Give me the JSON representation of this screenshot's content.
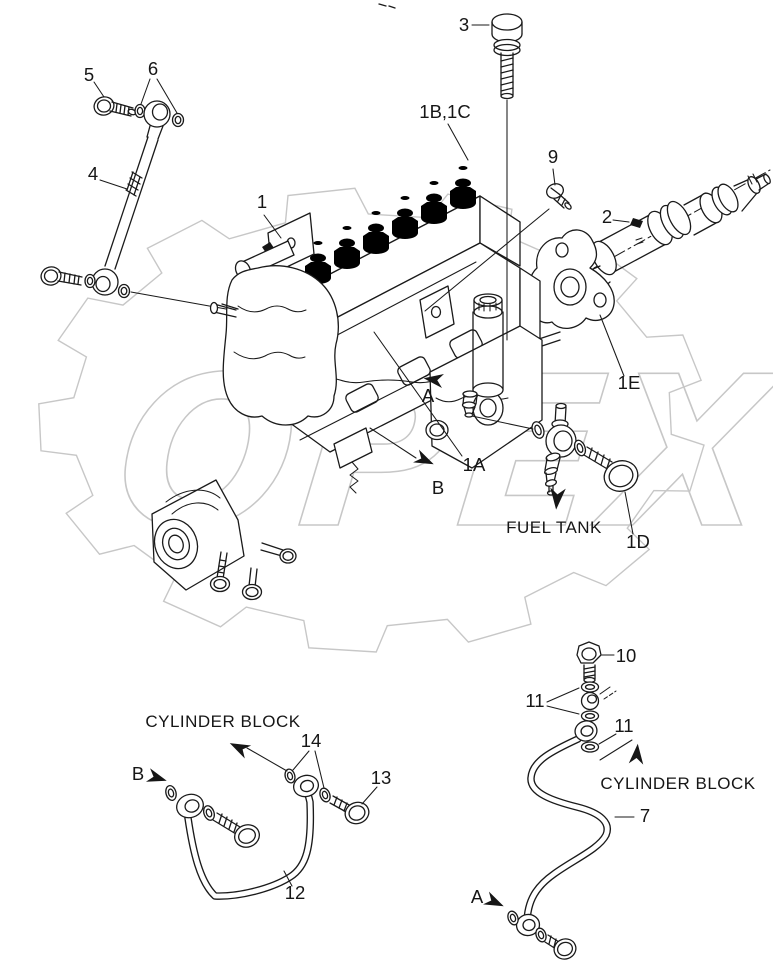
{
  "page": {
    "background": "#ffffff",
    "type": "exploded parts diagram",
    "subject": "fuel injection pump and fuel piping"
  },
  "watermark": {
    "text": "OPEX",
    "color": "#c7c7c7"
  },
  "colors": {
    "line": "#1a1a1a"
  },
  "labels": {
    "part_1": "1",
    "part_1a": "1A",
    "part_1bc": "1B,1C",
    "part_1d": "1D",
    "part_1e": "1E",
    "part_2": "2",
    "part_3": "3",
    "part_4": "4",
    "part_5": "5",
    "part_6": "6",
    "part_7": "7",
    "part_9": "9",
    "part_10": "10",
    "part_11_upper": "11",
    "part_11_lower": "11",
    "part_12": "12",
    "part_13": "13",
    "part_14": "14",
    "view_a_pump": "A",
    "view_b_pump": "B",
    "view_a_pipe": "A",
    "view_b_pipe": "B",
    "fuel_tank": "FUEL TANK",
    "cylinder_block_left": "CYLINDER BLOCK",
    "cylinder_block_right": "CYLINDER BLOCK"
  }
}
